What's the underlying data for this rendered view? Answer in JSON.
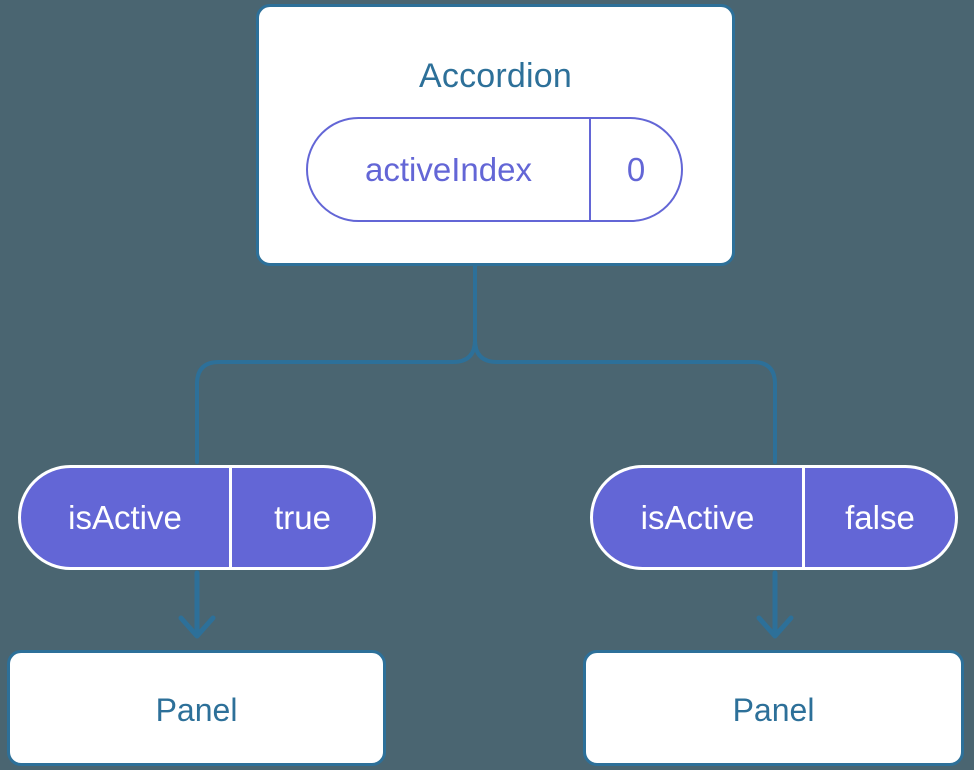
{
  "diagram": {
    "type": "component-state-tree",
    "background_color": "#4a6571",
    "accent_blue": "#2d7099",
    "accent_indigo": "#6366d6",
    "card_background": "#ffffff"
  },
  "root": {
    "title": "Accordion",
    "state": {
      "key": "activeIndex",
      "value": "0"
    }
  },
  "children": [
    {
      "prop": {
        "key": "isActive",
        "value": "true"
      },
      "panel": {
        "title": "Panel"
      }
    },
    {
      "prop": {
        "key": "isActive",
        "value": "false"
      },
      "panel": {
        "title": "Panel"
      }
    }
  ]
}
